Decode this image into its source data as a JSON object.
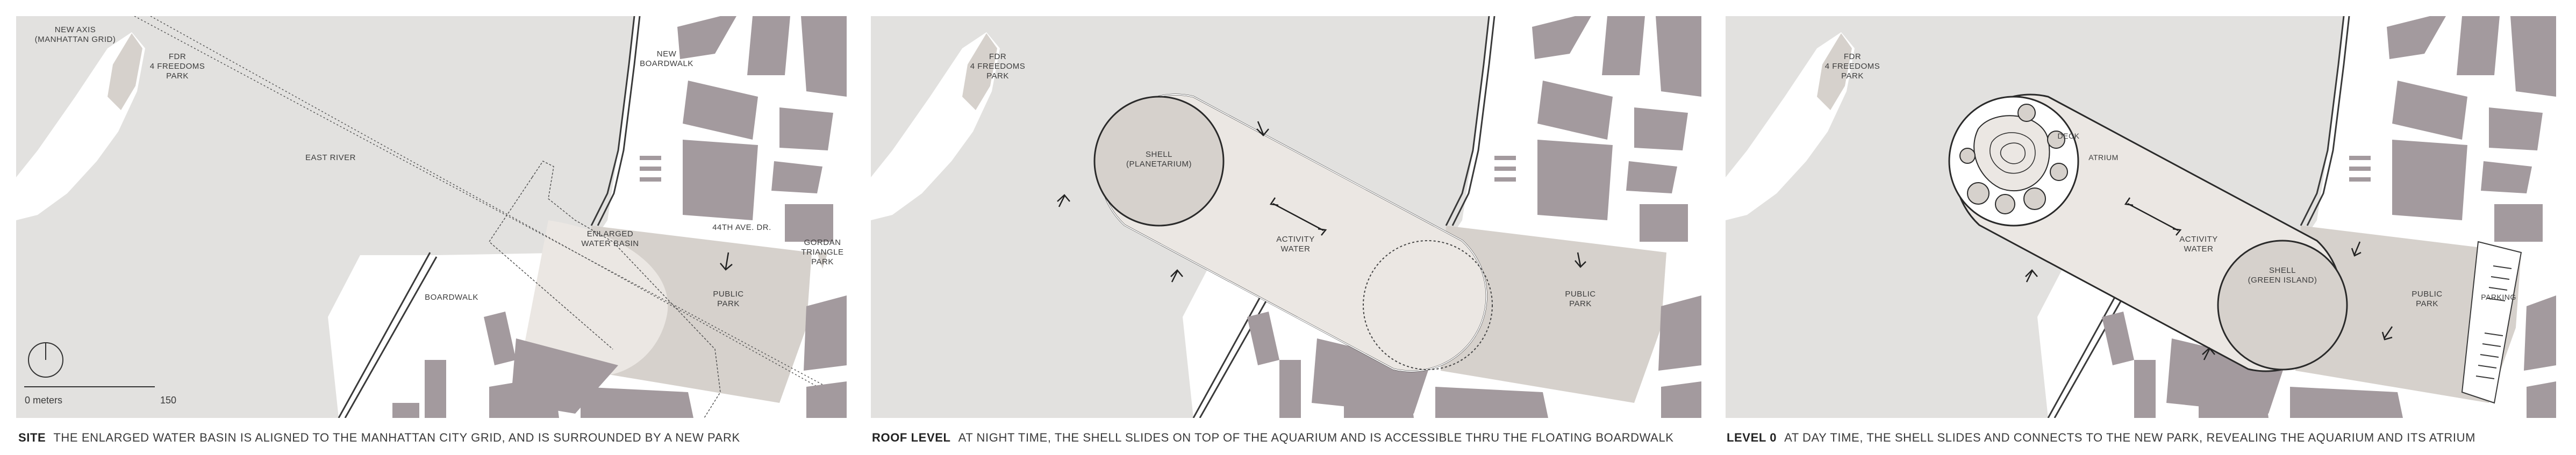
{
  "colors": {
    "water": "#e2e1df",
    "land": "#ffffff",
    "building": "#a39a9e",
    "park": "#d6d1cc",
    "basin": "#ebe7e3",
    "line": "#3a3a3a"
  },
  "panels": [
    {
      "caption_title": "SITE",
      "caption_text": "THE ENLARGED WATER BASIN IS ALIGNED TO THE MANHATTAN CITY GRID, AND IS SURROUNDED BY A NEW PARK",
      "labels": {
        "new_axis_1": "NEW AXIS",
        "new_axis_2": "(MANHATTAN GRID)",
        "fdr_1": "FDR",
        "fdr_2": "4 FREEDOMS",
        "fdr_3": "PARK",
        "new_boardwalk_1": "NEW",
        "new_boardwalk_2": "BOARDWALK",
        "east_river": "EAST RIVER",
        "enlarged_1": "ENLARGED",
        "enlarged_2": "WATER BASIN",
        "ave": "44TH AVE. DR.",
        "gordan_1": "GORDAN",
        "gordan_2": "TRIANGLE",
        "gordan_3": "PARK",
        "public_1": "PUBLIC",
        "public_2": "PARK",
        "boardwalk": "BOARDWALK",
        "scale_start": "0 meters",
        "scale_end": "150"
      }
    },
    {
      "caption_title": "ROOF LEVEL",
      "caption_text": "AT NIGHT TIME, THE SHELL SLIDES ON TOP OF THE AQUARIUM AND IS ACCESSIBLE THRU THE FLOATING BOARDWALK",
      "labels": {
        "fdr_1": "FDR",
        "fdr_2": "4 FREEDOMS",
        "fdr_3": "PARK",
        "shell_1": "SHELL",
        "shell_2": "(PLANETARIUM)",
        "activity_1": "ACTIVITY",
        "activity_2": "WATER",
        "public_1": "PUBLIC",
        "public_2": "PARK"
      }
    },
    {
      "caption_title": "LEVEL 0",
      "caption_text": "AT DAY TIME, THE SHELL SLIDES AND CONNECTS TO THE NEW PARK, REVEALING THE AQUARIUM AND ITS ATRIUM",
      "labels": {
        "fdr_1": "FDR",
        "fdr_2": "4 FREEDOMS",
        "fdr_3": "PARK",
        "deck": "DECK",
        "atrium": "ATRIUM",
        "activity_1": "ACTIVITY",
        "activity_2": "WATER",
        "shell_1": "SHELL",
        "shell_2": "(GREEN ISLAND)",
        "public_1": "PUBLIC",
        "public_2": "PARK",
        "parking": "PARKING"
      }
    }
  ]
}
